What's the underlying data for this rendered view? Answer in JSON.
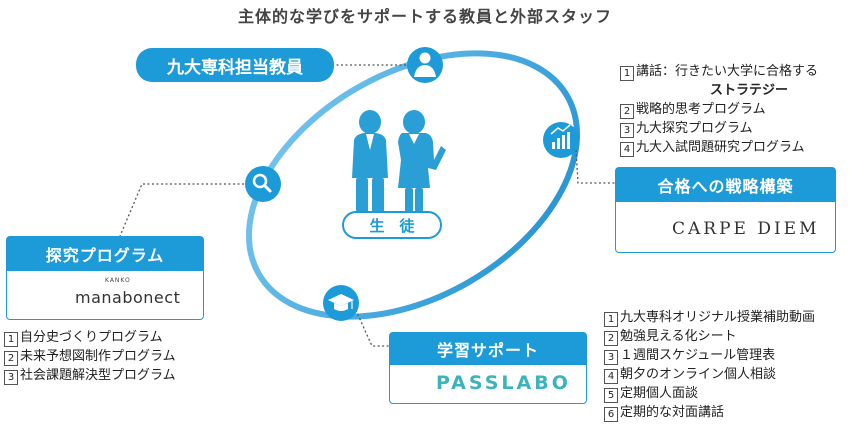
{
  "title": "主体的な学びをサポートする教員と外部スタッフ",
  "center": {
    "label": "生　徒"
  },
  "faculty": {
    "label": "九大専科担当教員"
  },
  "strategy": {
    "label": "合格への戦略構築",
    "logo_text": "CARPE DIEM",
    "items": [
      {
        "num": "1",
        "text": "講話：行きたい大学に合格する"
      },
      {
        "num": "",
        "text": "ストラテジー"
      },
      {
        "num": "2",
        "text": "戦略的思考プログラム"
      },
      {
        "num": "3",
        "text": "九大探究プログラム"
      },
      {
        "num": "4",
        "text": "九大入試問題研究プログラム"
      }
    ]
  },
  "inquiry": {
    "label": "探究プログラム",
    "logo_small": "KANKO",
    "logo_text": "manabonect",
    "items": [
      {
        "num": "1",
        "text": "自分史づくりプログラム"
      },
      {
        "num": "2",
        "text": "未来予想図制作プログラム"
      },
      {
        "num": "3",
        "text": "社会課題解決型プログラム"
      }
    ]
  },
  "support": {
    "label": "学習サポート",
    "logo_text": "PASSLABO",
    "items": [
      {
        "num": "1",
        "text": "九大専科オリジナル授業補助動画"
      },
      {
        "num": "2",
        "text": "勉強見える化シート"
      },
      {
        "num": "3",
        "text": "１週間スケジュール管理表"
      },
      {
        "num": "4",
        "text": "朝夕のオンライン個人相談"
      },
      {
        "num": "5",
        "text": "定期個人面談"
      },
      {
        "num": "6",
        "text": "定期的な対面講話"
      }
    ]
  },
  "colors": {
    "ring": "#1c9bd8",
    "accent": "#1c9bd8",
    "figure": "#2a9fd6",
    "passlabo": "#3bb3bd"
  },
  "icons": {
    "faculty": "person-icon",
    "strategy": "chart-icon",
    "inquiry": "search-icon",
    "support": "graduation-cap-icon"
  }
}
